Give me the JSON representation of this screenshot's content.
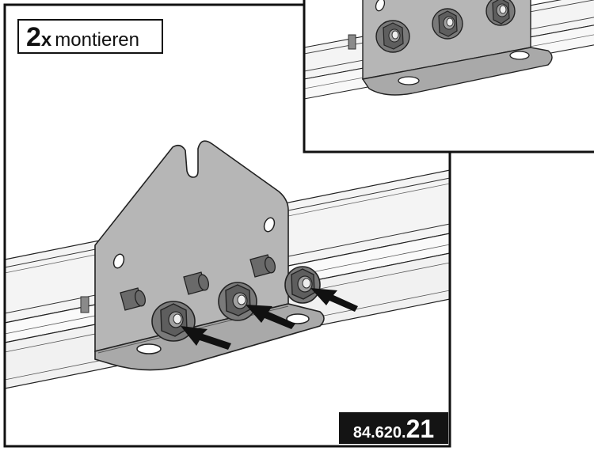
{
  "instruction": {
    "quantity": "2",
    "multiplier": "x",
    "verb": "montieren"
  },
  "part_number": {
    "prefix": "84.620.",
    "suffix": "21"
  },
  "colors": {
    "frame": "#111111",
    "plate": "#b4b4b4",
    "rail": "#f4f4f4",
    "nut": "#6c6c6c",
    "badge": "#141414"
  }
}
